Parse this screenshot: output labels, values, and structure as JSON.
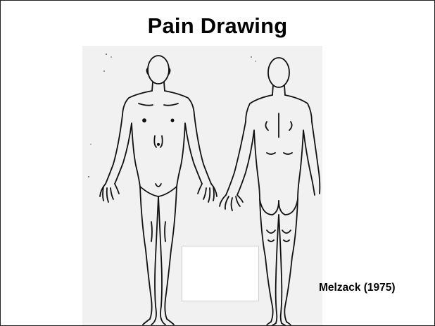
{
  "slide": {
    "title": "Pain Drawing",
    "citation": "Melzack (1975)"
  },
  "figure": {
    "figures": [
      "front-view-body-outline",
      "back-view-body-outline"
    ]
  }
}
